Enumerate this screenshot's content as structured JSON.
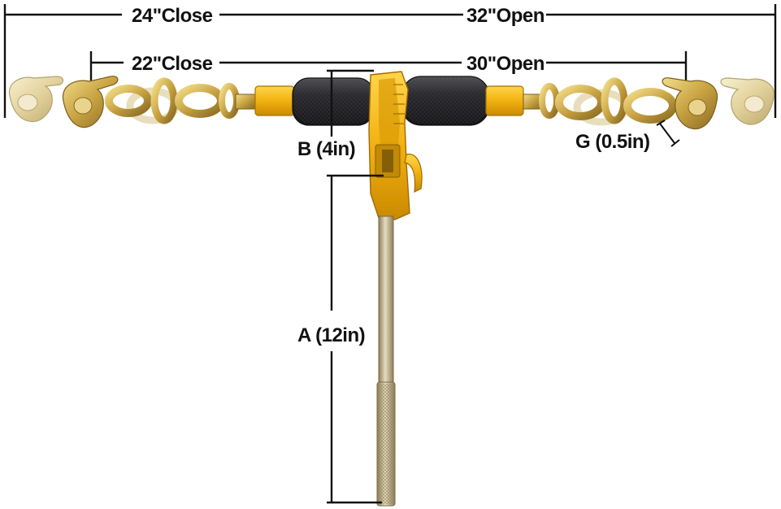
{
  "dimensions": {
    "outer_close": "24\"Close",
    "outer_open": "32\"Open",
    "inner_close": "22\"Close",
    "inner_open": "30\"Open",
    "b": "B (4in)",
    "a": "A (12in)",
    "g": "G (0.5in)"
  },
  "colors": {
    "yellow": "#f2b111",
    "rubber": "#26262a",
    "chain": "#c8a342",
    "steel": "#c9b78a",
    "line": "#111111"
  }
}
